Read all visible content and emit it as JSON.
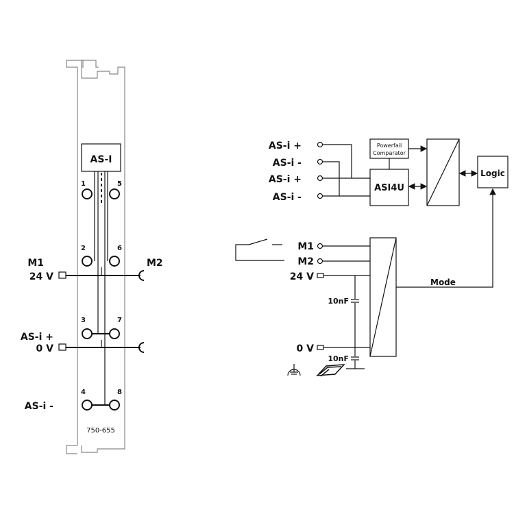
{
  "module": {
    "title": "AS-I",
    "part_number": "750-655",
    "terminal_numbers": [
      "1",
      "2",
      "3",
      "4",
      "5",
      "6",
      "7",
      "8"
    ],
    "left_labels": {
      "m1": "M1",
      "v24": "24 V",
      "asi_plus": "AS-i +",
      "v0": "0 V",
      "asi_minus": "AS-i -"
    },
    "right_labels": {
      "m2": "M2"
    }
  },
  "schematic": {
    "inputs": [
      "AS-i +",
      "AS-i -",
      "AS-i +",
      "AS-i -"
    ],
    "powerfail": [
      "Powerfail",
      "Comparator"
    ],
    "asi4u": "ASI4U",
    "logic": "Logic",
    "lower_inputs": {
      "m1": "M1",
      "m2": "M2",
      "v24": "24 V",
      "v0": "0 V"
    },
    "capacitor_1": "10nF",
    "capacitor_2": "10nF",
    "mode": "Mode"
  }
}
